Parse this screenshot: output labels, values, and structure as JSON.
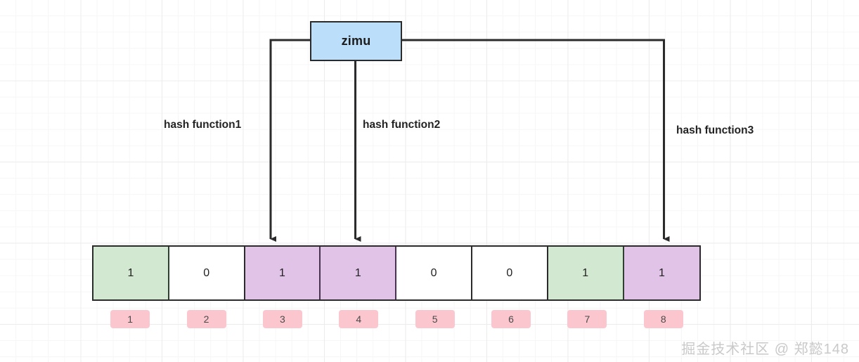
{
  "diagram": {
    "title": "bloom-filter-hashing",
    "source_node": {
      "label": "zimu",
      "fill_color": "#bbdefb",
      "border_color": "#2b2b2b"
    },
    "edges": [
      {
        "id": "edge-1",
        "label": "hash function1",
        "target_index": 3
      },
      {
        "id": "edge-2",
        "label": "hash function2",
        "target_index": 4
      },
      {
        "id": "edge-3",
        "label": "hash function3",
        "target_index": 8
      }
    ],
    "bit_array": {
      "name": "bit-array",
      "cells": [
        {
          "index": "1",
          "value": "1",
          "fill": "green"
        },
        {
          "index": "2",
          "value": "0",
          "fill": "white"
        },
        {
          "index": "3",
          "value": "1",
          "fill": "purple"
        },
        {
          "index": "4",
          "value": "1",
          "fill": "purple"
        },
        {
          "index": "5",
          "value": "0",
          "fill": "white"
        },
        {
          "index": "6",
          "value": "0",
          "fill": "white"
        },
        {
          "index": "7",
          "value": "1",
          "fill": "green"
        },
        {
          "index": "8",
          "value": "1",
          "fill": "purple"
        }
      ],
      "colors": {
        "green": "#d3e8d0",
        "purple": "#e1c3e8",
        "white": "#ffffff",
        "border": "#2b2b2b",
        "index_badge": "#fbc6ce"
      }
    },
    "watermark": "掘金技术社区 @ 郑懿148"
  }
}
